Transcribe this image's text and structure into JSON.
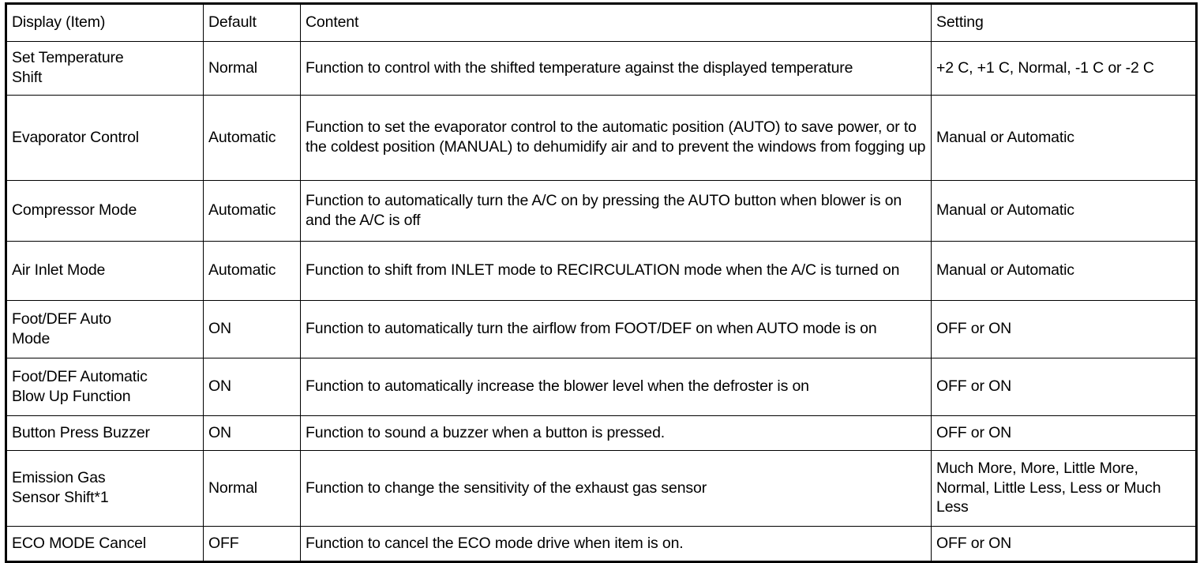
{
  "table": {
    "columns": [
      {
        "key": "display",
        "label": "Display (Item)"
      },
      {
        "key": "default",
        "label": "Default"
      },
      {
        "key": "content",
        "label": "Content"
      },
      {
        "key": "setting",
        "label": "Setting"
      }
    ],
    "rows": [
      {
        "display": "Set Temperature\nShift",
        "default": "Normal",
        "content": "Function to control with the shifted temperature against the displayed temperature",
        "setting": "+2 C, +1 C, Normal, -1 C or -2 C"
      },
      {
        "display": "Evaporator Control",
        "default": "Automatic",
        "content": "Function to set the evaporator control to the automatic position (AUTO) to save power, or to the coldest position (MANUAL) to dehumidify air and to prevent the windows from fogging up",
        "setting": "Manual or Automatic"
      },
      {
        "display": "Compressor Mode",
        "default": "Automatic",
        "content": "Function to automatically turn the A/C on by pressing the AUTO button when blower is on and the A/C is off",
        "setting": "Manual or Automatic"
      },
      {
        "display": "Air Inlet Mode",
        "default": "Automatic",
        "content": "Function to shift from INLET mode to RECIRCULATION mode when the A/C is turned on",
        "setting": "Manual or Automatic"
      },
      {
        "display": "Foot/DEF Auto\nMode",
        "default": "ON",
        "content": "Function to automatically turn the airflow from FOOT/DEF on when AUTO mode is on",
        "setting": "OFF or ON"
      },
      {
        "display": "Foot/DEF Automatic\nBlow Up Function",
        "default": "ON",
        "content": "Function to automatically increase the blower level when the defroster is on",
        "setting": "OFF or ON"
      },
      {
        "display": "Button Press Buzzer",
        "default": "ON",
        "content": "Function to sound a buzzer when a button is pressed.",
        "setting": "OFF or ON"
      },
      {
        "display": "Emission Gas\nSensor Shift*1",
        "default": "Normal",
        "content": "Function to change the sensitivity of the exhaust gas sensor",
        "setting": "Much More, More, Little More, Normal, Little Less, Less or Much Less"
      },
      {
        "display": "ECO MODE Cancel",
        "default": "OFF",
        "content": "Function to cancel the ECO mode drive when item is on.",
        "setting": "OFF or ON"
      }
    ]
  }
}
